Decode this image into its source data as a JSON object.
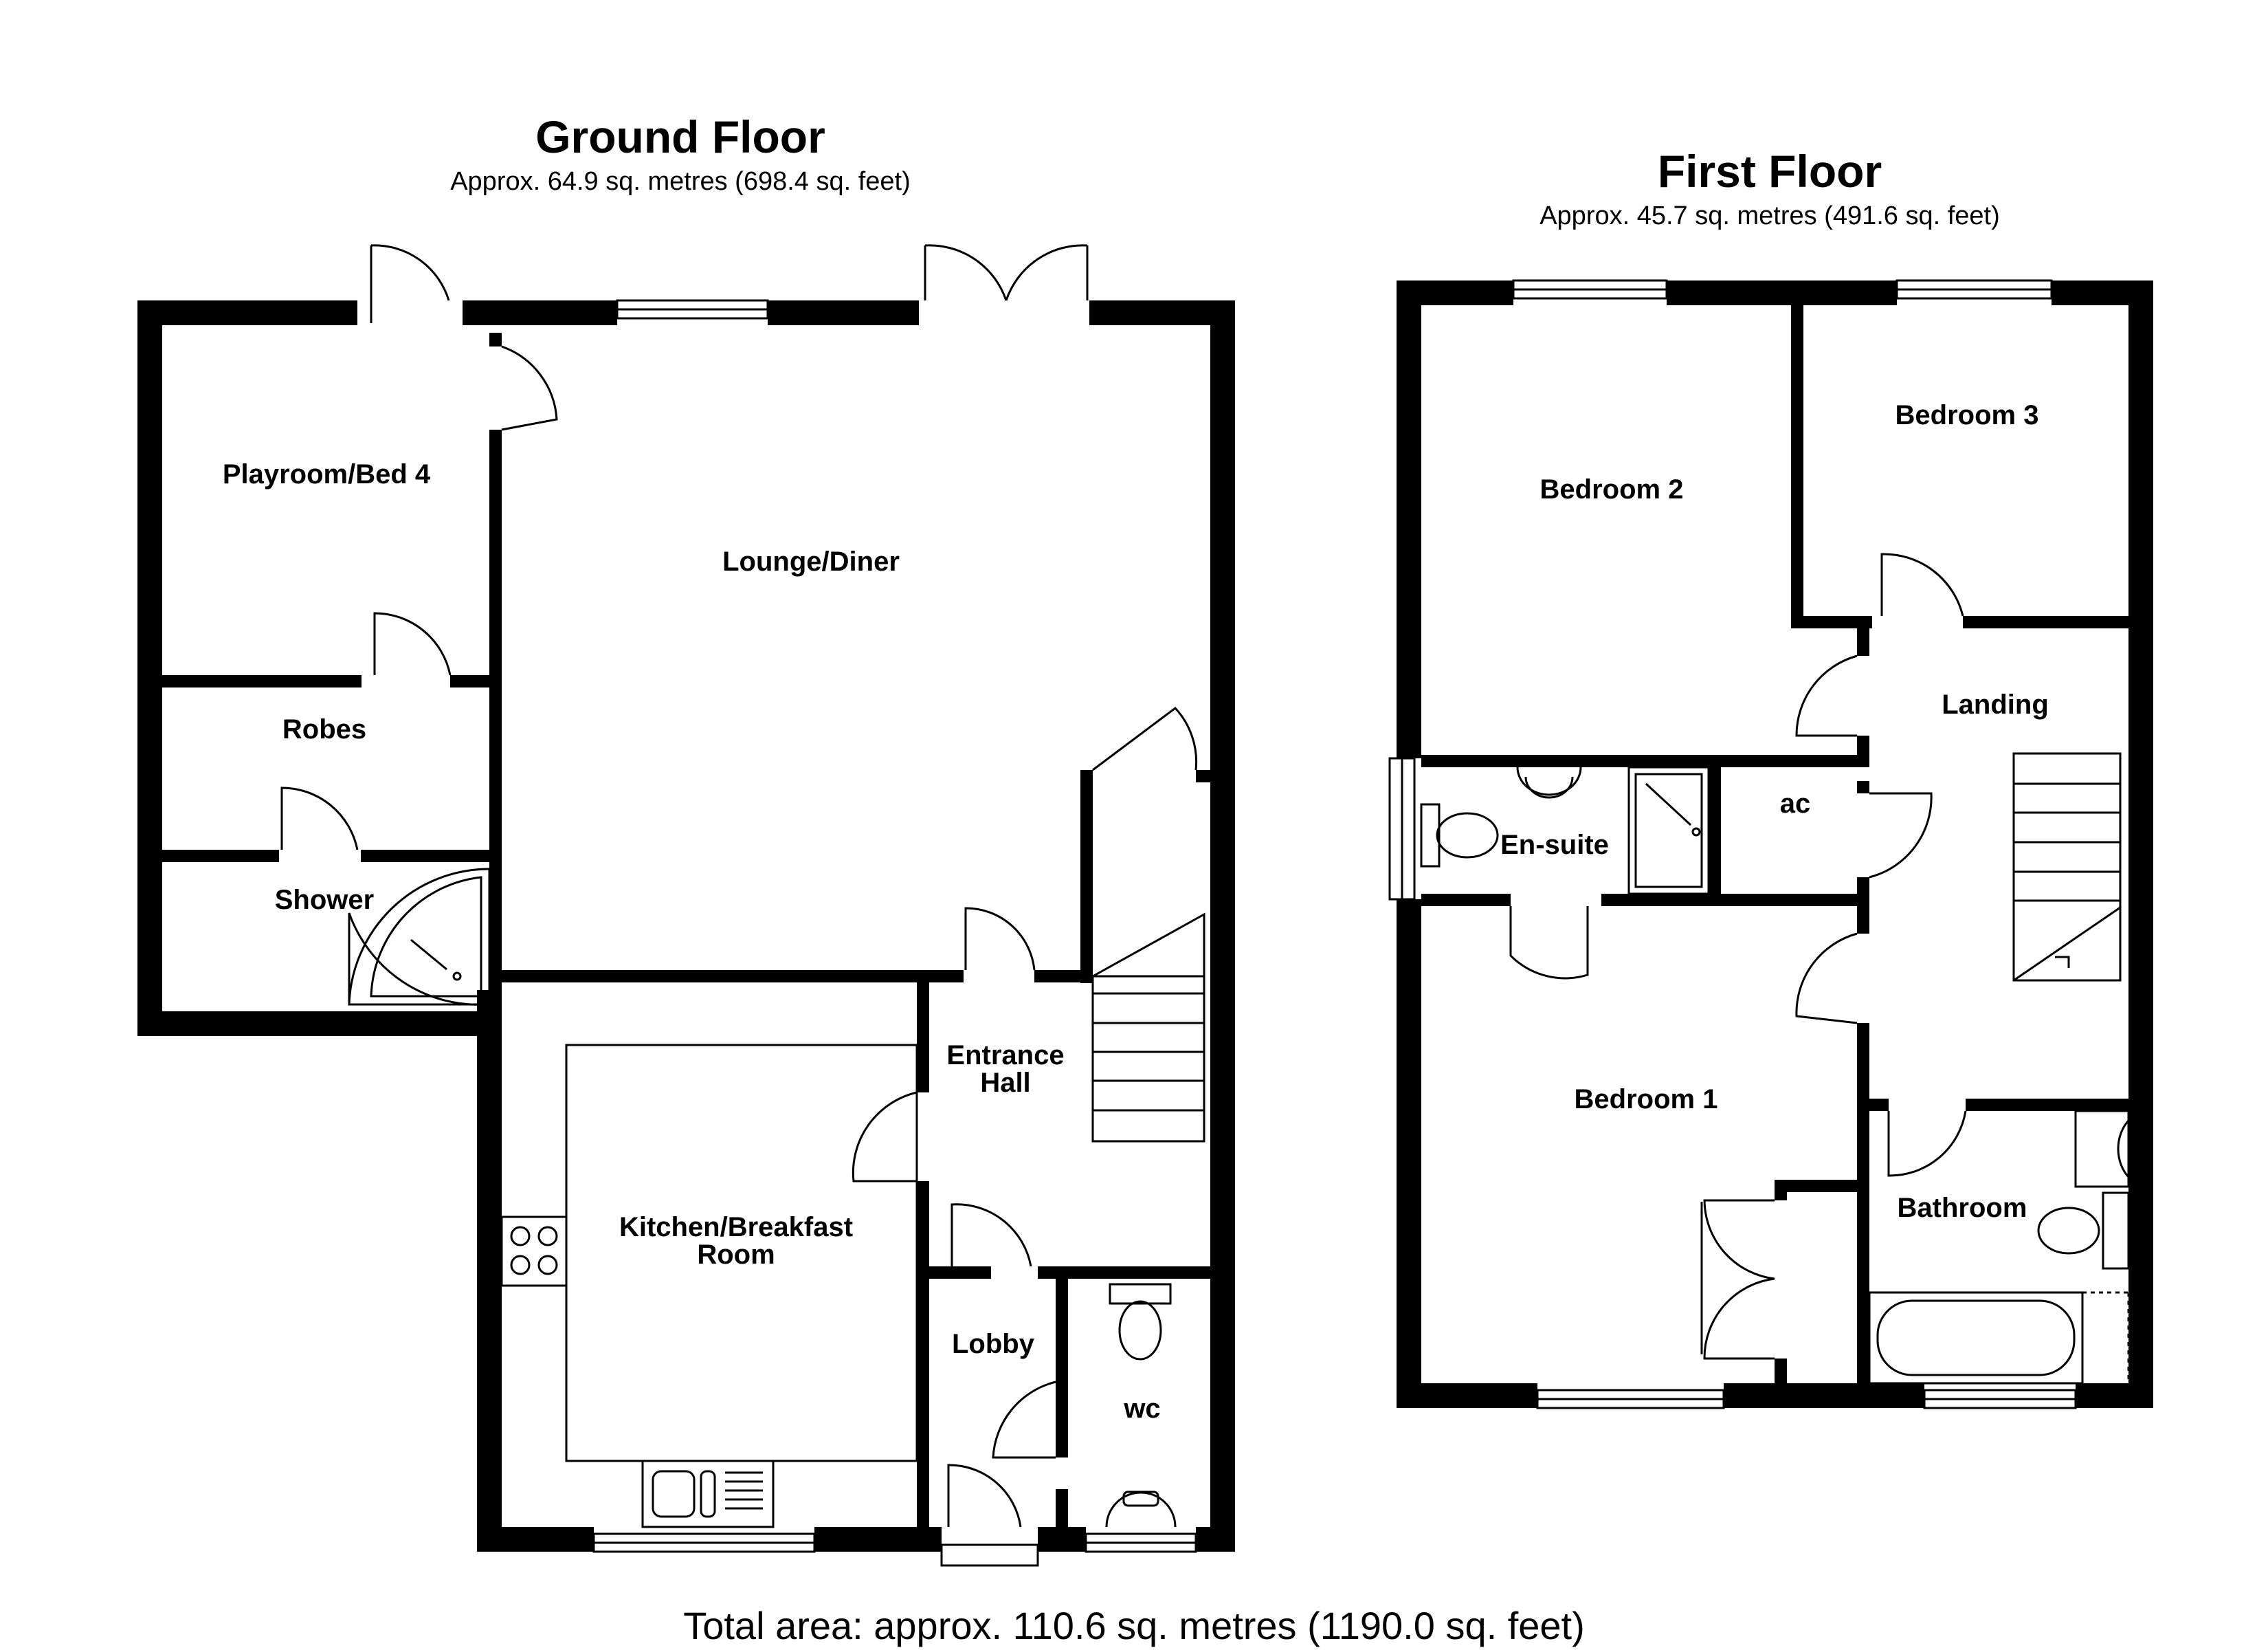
{
  "ground_floor": {
    "title": "Ground Floor",
    "area": "Approx. 64.9 sq. metres (698.4 sq. feet)",
    "rooms": {
      "playroom": "Playroom/Bed 4",
      "robes": "Robes",
      "shower": "Shower",
      "lounge": "Lounge/Diner",
      "entrance_line1": "Entrance",
      "entrance_line2": "Hall",
      "kitchen_line1": "Kitchen/Breakfast",
      "kitchen_line2": "Room",
      "lobby": "Lobby",
      "wc": "wc"
    }
  },
  "first_floor": {
    "title": "First Floor",
    "area": "Approx. 45.7 sq. metres (491.6 sq. feet)",
    "rooms": {
      "bedroom2": "Bedroom 2",
      "bedroom3": "Bedroom 3",
      "landing": "Landing",
      "ensuite": "En-suite",
      "ac": "ac",
      "bedroom1": "Bedroom 1",
      "bathroom": "Bathroom"
    }
  },
  "total_area": "Total area: approx. 110.6 sq. metres (1190.0 sq. feet)"
}
